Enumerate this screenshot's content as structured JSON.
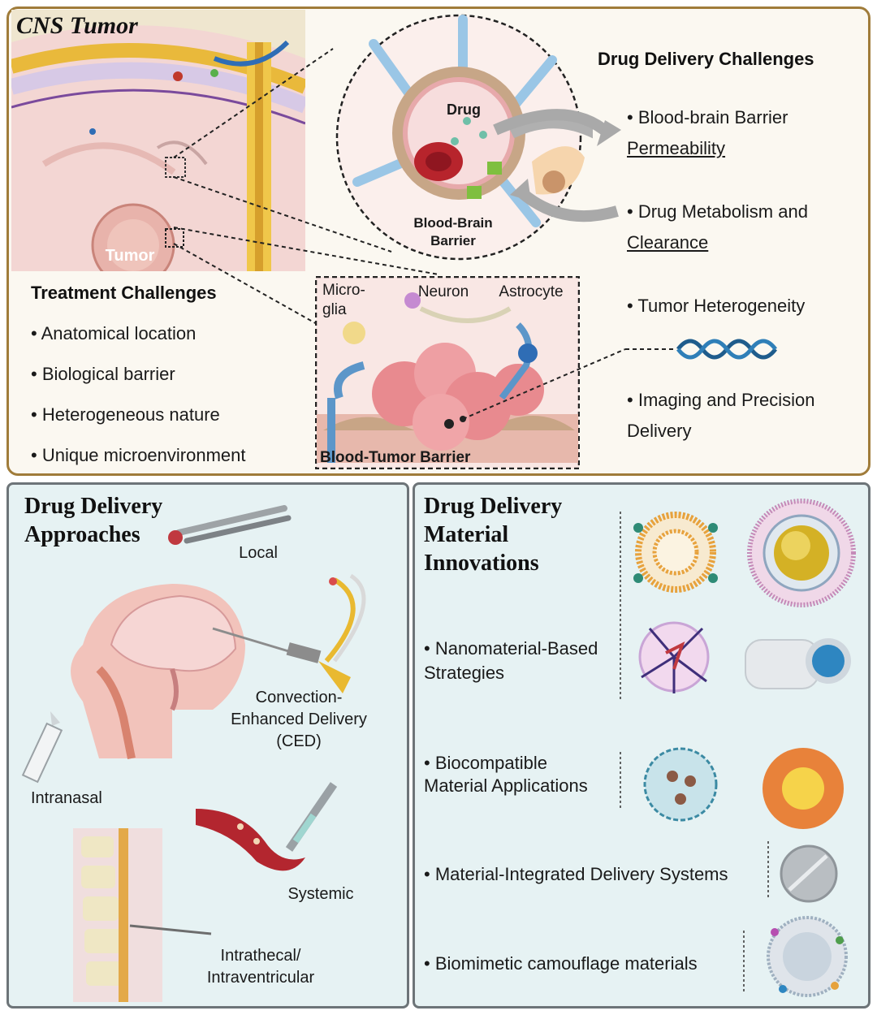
{
  "top": {
    "title": "CNS Tumor",
    "tumor_label": "Tumor",
    "drug_label": "Drug",
    "bbb_label": "Blood-Brain\nBarrier",
    "treatment_heading": "Treatment Challenges",
    "treatment_items": [
      "Anatomical location",
      "Biological barrier",
      "Heterogeneous nature",
      "Unique microenvironment"
    ],
    "micro_labels": {
      "microglia": "Micro-\nglia",
      "neuron": "Neuron",
      "astrocyte": "Astrocyte",
      "btb": "Blood-Tumor Barrier"
    },
    "delivery_heading": "Drug Delivery Challenges",
    "delivery_items": [
      {
        "line1": "Blood-brain Barrier",
        "line2": "Permeability"
      },
      {
        "line1": "Drug Metabolism and",
        "line2": "Clearance"
      },
      {
        "line1": "Tumor Heterogeneity",
        "line2": ""
      },
      {
        "line1": "Imaging and Precision",
        "line2": "Delivery"
      }
    ]
  },
  "approaches": {
    "title": "Drug Delivery\nApproaches",
    "local": "Local",
    "ced": "Convection-\nEnhanced Delivery\n(CED)",
    "intranasal": "Intranasal",
    "systemic": "Systemic",
    "intrathecal": "Intrathecal/\nIntraventricular"
  },
  "materials": {
    "title": "Drug Delivery\nMaterial\nInnovations",
    "items": [
      "Nanomaterial-Based\nStrategies",
      "Biocompatible\nMaterial Applications",
      "Material-Integrated Delivery Systems",
      "Biomimetic camouflage materials"
    ]
  }
}
